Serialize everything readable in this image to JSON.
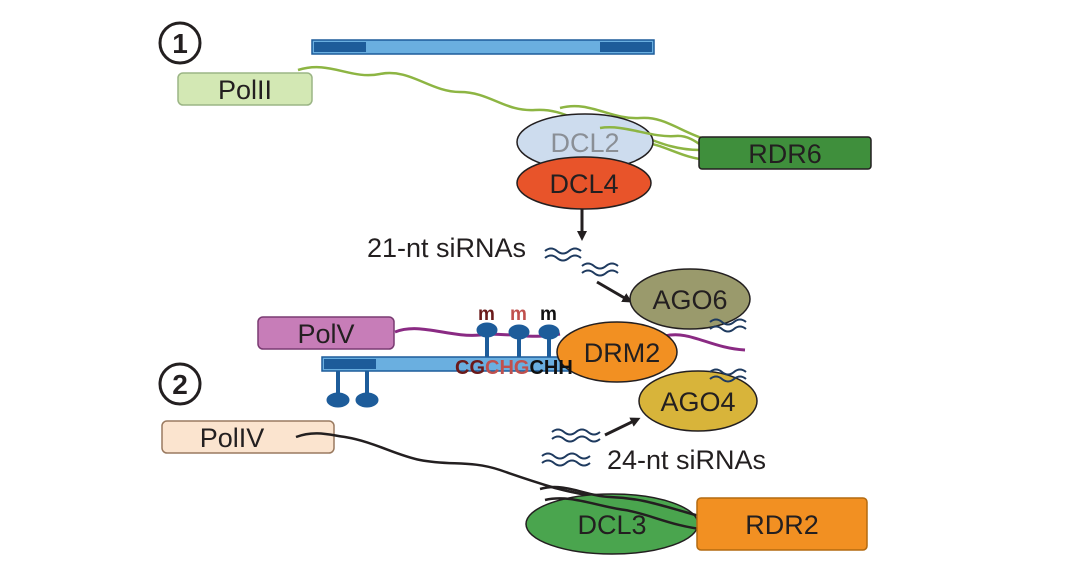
{
  "steps": [
    "1",
    "2"
  ],
  "labels": {
    "pol2": "PolII",
    "rdr6": "RDR6",
    "dcl2": "DCL2",
    "dcl4": "DCL4",
    "sirna21": "21-nt siRNAs",
    "ago6": "AGO6",
    "pol5": "PolV",
    "drm2": "DRM2",
    "ago4": "AGO4",
    "pol4": "PolIV",
    "sirna24": "24-nt siRNAs",
    "dcl3": "DCL3",
    "rdr2": "RDR2"
  },
  "methyl_marks": [
    "m",
    "m",
    "m"
  ],
  "sequence_contexts": [
    "CG",
    "CHG",
    "CHH"
  ],
  "colors": {
    "pol2": "#d3e8b4",
    "rdr6": "#3f8f3c",
    "dcl2": "#cddcee",
    "dcl4": "#e8542a",
    "ago6": "#9a9a6c",
    "pol5": "#c77db8",
    "drm2": "#f29022",
    "ago4": "#d8b43a",
    "pol4": "#fbe4cf",
    "dcl3": "#4aa54e",
    "rdr2": "#f29022",
    "dna_light": "#6aafe0",
    "dna_dark": "#1d5c9a",
    "rna_pol2": "#8db543",
    "rna_pol5": "#8a2a83",
    "rna_pol4": "#231f20",
    "sirna": "#1e3a5f",
    "cg": "#6b1a1a",
    "chg": "#c0504d",
    "chh": "#111111"
  }
}
